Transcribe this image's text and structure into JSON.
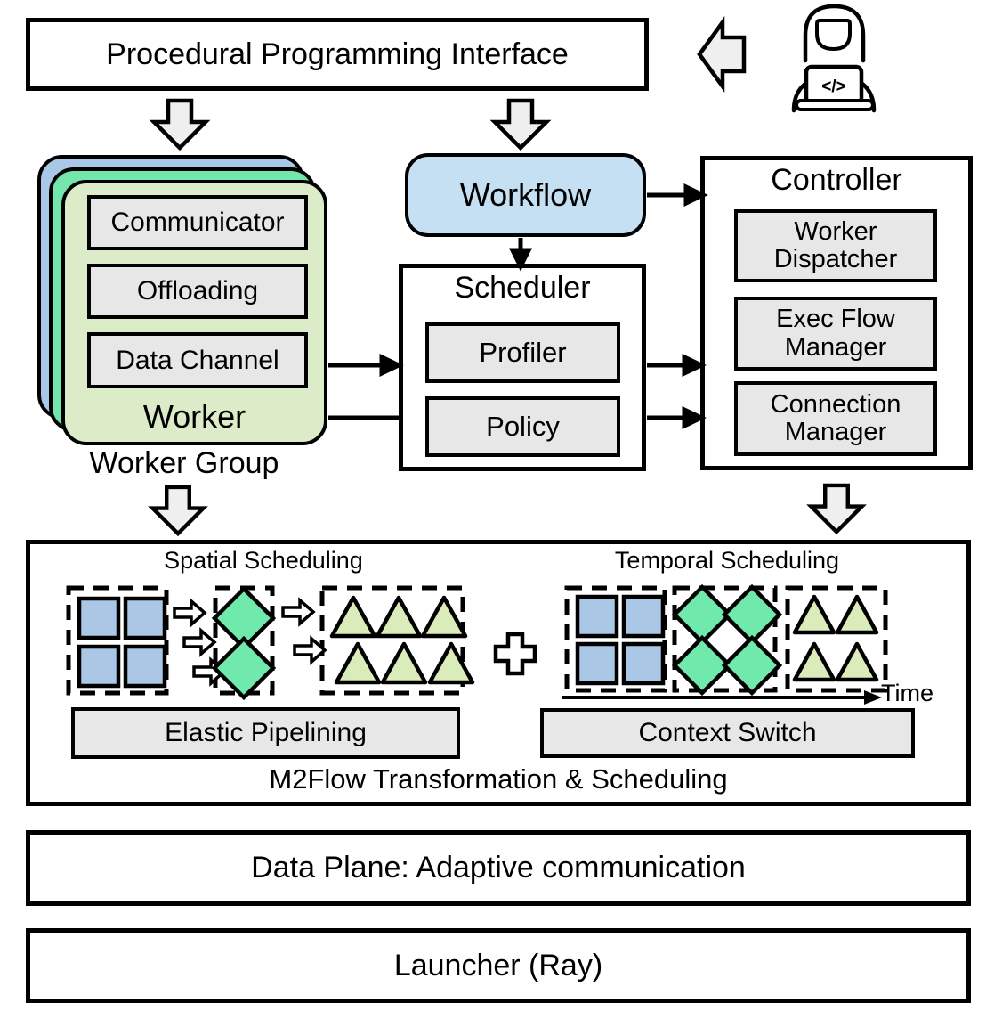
{
  "colors": {
    "module-gray": "#e7e7e7",
    "arrow-gray": "#efefef",
    "workflow-blue": "#c5e0f2",
    "card-blue": "#a9c7e7",
    "card-mint": "#72e6ac",
    "card-front": "#ddecc8",
    "shape-blue": "#aac7e6",
    "shape-green": "#6fe9ac",
    "shape-lime": "#d9ecba",
    "ink": "#000000"
  },
  "top": {
    "ppi_label": "Procedural Programming Interface",
    "developer_code": "</>"
  },
  "worker_group": {
    "modules": [
      "Communicator",
      "Offloading",
      "Data Channel"
    ],
    "card_label": "Worker",
    "group_label": "Worker Group"
  },
  "workflow": {
    "label": "Workflow"
  },
  "scheduler": {
    "title": "Scheduler",
    "modules": [
      "Profiler",
      "Policy"
    ]
  },
  "controller": {
    "title": "Controller",
    "modules": [
      "Worker Dispatcher",
      "Exec Flow Manager",
      "Connection Manager"
    ]
  },
  "m2flow": {
    "title": "M2Flow Transformation & Scheduling",
    "spatial": {
      "title": "Spatial Scheduling",
      "caption": "Elastic Pipelining"
    },
    "temporal": {
      "title": "Temporal Scheduling",
      "caption": "Context Switch",
      "time_label": "Time"
    }
  },
  "data_plane": {
    "label": "Data Plane: Adaptive communication"
  },
  "launcher": {
    "label": "Launcher (Ray)"
  }
}
